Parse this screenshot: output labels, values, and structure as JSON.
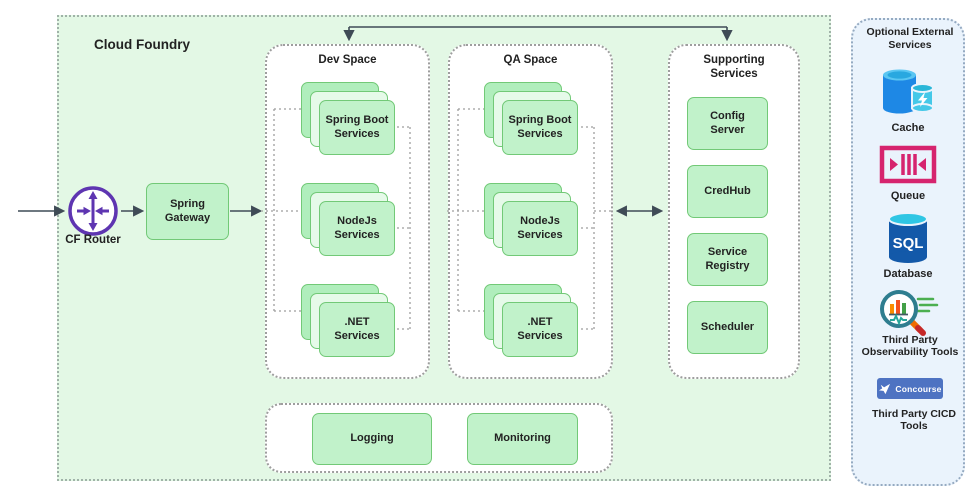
{
  "cloud_foundry": {
    "title": "Cloud Foundry",
    "router_label": "CF Router",
    "gateway_label": "Spring Gateway"
  },
  "dev_space": {
    "title": "Dev Space",
    "services": [
      "Spring Boot Services",
      "NodeJs Services",
      ".NET Services"
    ]
  },
  "qa_space": {
    "title": "QA Space",
    "services": [
      "Spring Boot Services",
      "NodeJs Services",
      ".NET Services"
    ]
  },
  "supporting_services": {
    "title": "Supporting Services",
    "items": [
      "Config Server",
      "CredHub",
      "Service Registry",
      "Scheduler"
    ]
  },
  "platform_services": {
    "items": [
      "Logging",
      "Monitoring"
    ]
  },
  "external_services": {
    "title": "Optional External Services",
    "cache_label": "Cache",
    "queue_label": "Queue",
    "database_label": "Database",
    "database_icon_text": "SQL",
    "observability_label": "Third Party Observability Tools",
    "cicd_label": "Third Party CICD Tools",
    "concourse_badge_text": "Concourse"
  },
  "colors": {
    "container_fill": "#e3f8e5",
    "box_fill": "#c1f2ca",
    "box_border": "#72c977",
    "stack_back_fill": "#b0eebc",
    "stack_mid_fill": "#e6fae9",
    "sidebar_fill": "#eaf3fc",
    "router_purple": "#5e35b1",
    "queue_pink": "#d6246e",
    "database_blue": "#1359a9",
    "cache_blue": "#1e88e5",
    "cache_cyan": "#45c8e8",
    "concourse_blue": "#4e73c2",
    "arrow": "#3f4b56"
  }
}
